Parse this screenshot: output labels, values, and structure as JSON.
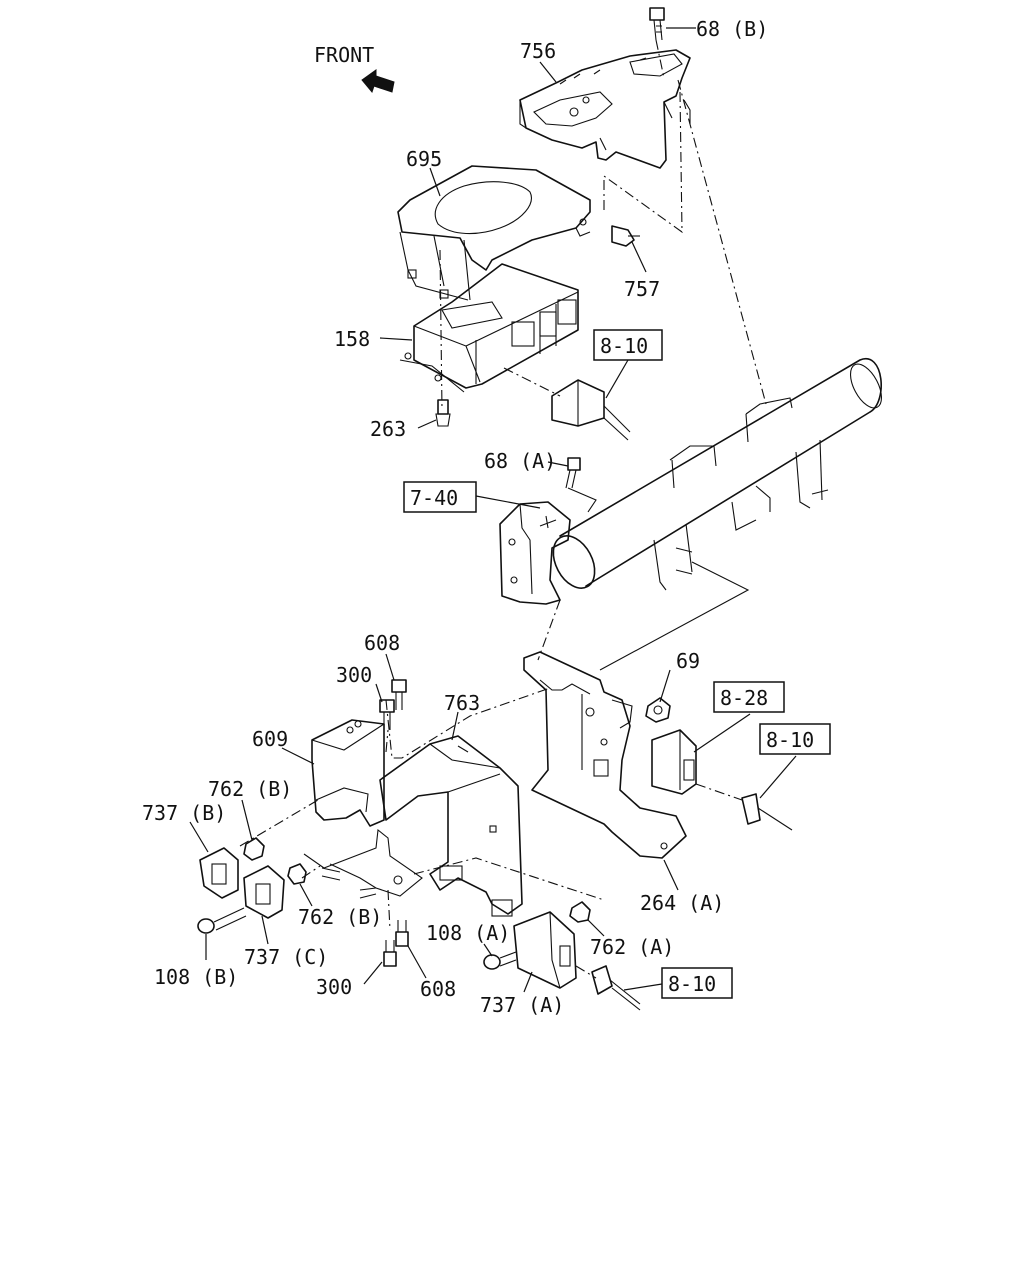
{
  "direction": {
    "label": "FRONT",
    "icon": "front-arrow-icon"
  },
  "part_labels": [
    {
      "id": "p756",
      "text": "756"
    },
    {
      "id": "p68b",
      "text": "68 (B)"
    },
    {
      "id": "p695",
      "text": "695"
    },
    {
      "id": "p757",
      "text": "757"
    },
    {
      "id": "p158",
      "text": "158"
    },
    {
      "id": "p263",
      "text": "263"
    },
    {
      "id": "p68a",
      "text": "68 (A)"
    },
    {
      "id": "p608a",
      "text": "608"
    },
    {
      "id": "p300a",
      "text": "300"
    },
    {
      "id": "p69",
      "text": "69"
    },
    {
      "id": "p763",
      "text": "763"
    },
    {
      "id": "p609",
      "text": "609"
    },
    {
      "id": "p762b1",
      "text": "762 (B)"
    },
    {
      "id": "p737b",
      "text": "737 (B)"
    },
    {
      "id": "p762b2",
      "text": "762 (B)"
    },
    {
      "id": "p108b",
      "text": "108 (B)"
    },
    {
      "id": "p737c",
      "text": "737 (C)"
    },
    {
      "id": "p300b",
      "text": "300"
    },
    {
      "id": "p608b",
      "text": "608"
    },
    {
      "id": "p108a",
      "text": "108 (A)"
    },
    {
      "id": "p762a",
      "text": "762 (A)"
    },
    {
      "id": "p737a",
      "text": "737 (A)"
    },
    {
      "id": "p264a",
      "text": "264 (A)"
    }
  ],
  "ref_boxes": [
    {
      "id": "r810a",
      "text": "8-10"
    },
    {
      "id": "r740",
      "text": "7-40"
    },
    {
      "id": "r828",
      "text": "8-28"
    },
    {
      "id": "r810b",
      "text": "8-10"
    },
    {
      "id": "r810c",
      "text": "8-10"
    }
  ]
}
